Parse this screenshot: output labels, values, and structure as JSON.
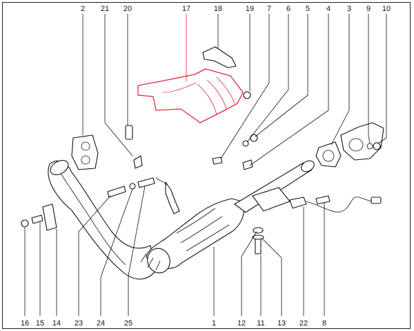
{
  "diagram": {
    "highlight_color": "#e2263a",
    "line_color": "#111111",
    "highlighted_callout": "17",
    "top_callouts": [
      "2",
      "21",
      "20",
      "17",
      "18",
      "19",
      "7",
      "6",
      "5",
      "4",
      "3",
      "9",
      "10"
    ],
    "bottom_callouts": [
      "16",
      "15",
      "14",
      "23",
      "24",
      "25",
      "1",
      "12",
      "11",
      "13",
      "22",
      "8"
    ],
    "parts": [
      {
        "label": "1",
        "name": "catalytic-converter"
      },
      {
        "label": "2",
        "name": "manifold-gasket"
      },
      {
        "label": "3",
        "name": "flange-gasket"
      },
      {
        "label": "4",
        "name": "intermediate-pipe"
      },
      {
        "label": "5",
        "name": "nut"
      },
      {
        "label": "6",
        "name": "washer"
      },
      {
        "label": "7",
        "name": "stud-bolt"
      },
      {
        "label": "8",
        "name": "bolt"
      },
      {
        "label": "9",
        "name": "washer"
      },
      {
        "label": "10",
        "name": "nut"
      },
      {
        "label": "11",
        "name": "bolt"
      },
      {
        "label": "12",
        "name": "washer"
      },
      {
        "label": "13",
        "name": "bushing"
      },
      {
        "label": "14",
        "name": "bracket"
      },
      {
        "label": "15",
        "name": "bolt"
      },
      {
        "label": "16",
        "name": "nut"
      },
      {
        "label": "17",
        "name": "heat-shield"
      },
      {
        "label": "18",
        "name": "shield-bracket"
      },
      {
        "label": "19",
        "name": "nut"
      },
      {
        "label": "20",
        "name": "sensor-connector"
      },
      {
        "label": "21",
        "name": "clip"
      },
      {
        "label": "22",
        "name": "oxygen-sensor-rear"
      },
      {
        "label": "23",
        "name": "front-pipe"
      },
      {
        "label": "24",
        "name": "washer"
      },
      {
        "label": "25",
        "name": "bolt"
      }
    ]
  }
}
